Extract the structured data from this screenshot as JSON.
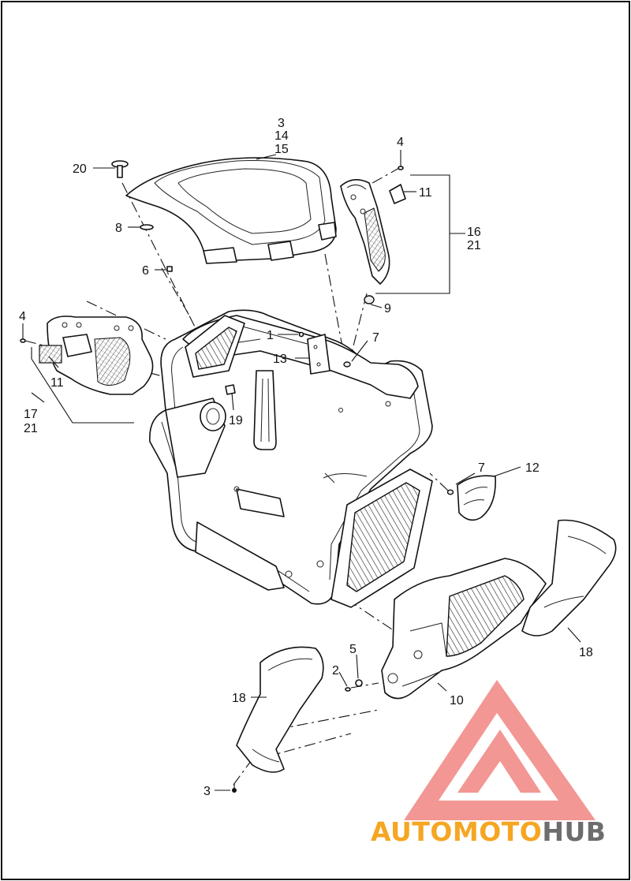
{
  "colors": {
    "line": "#111111",
    "watermark_red": "#e8413a",
    "watermark_orange": "#f5a623",
    "watermark_gray": "#6d6d6d"
  },
  "callouts": {
    "c1": "1",
    "c2": "2",
    "c3a": "3",
    "c3b": "3",
    "c4a": "4",
    "c4b": "4",
    "c5": "5",
    "c6": "6",
    "c7a": "7",
    "c7b": "7",
    "c8": "8",
    "c9": "9",
    "c10": "10",
    "c11a": "11",
    "c11b": "11",
    "c12": "12",
    "c13": "13",
    "c14": "14",
    "c15": "15",
    "c16": "16",
    "c17": "17",
    "c18a": "18",
    "c18b": "18",
    "c19": "19",
    "c20": "20",
    "c21a": "21",
    "c21b": "21"
  },
  "watermark": {
    "part1": "AUTO",
    "part2": "MOTO",
    "part3": "HUB"
  },
  "icons": {
    "logo": "automotohub-triangle-logo"
  }
}
